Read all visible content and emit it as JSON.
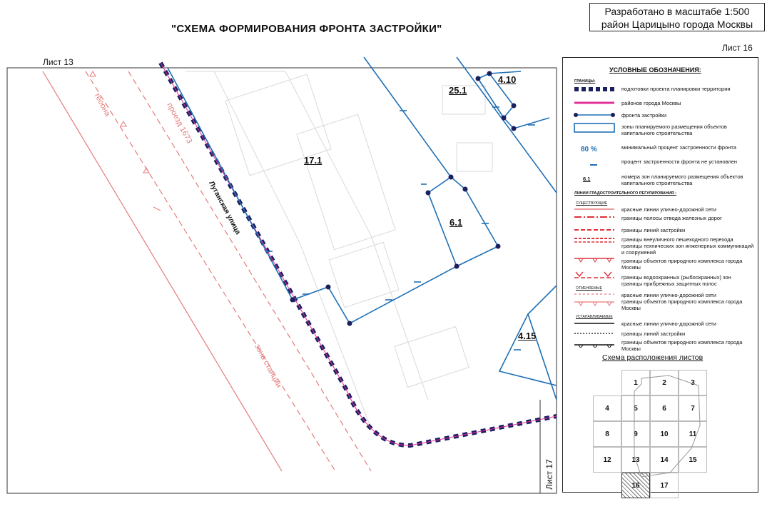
{
  "header": {
    "title": "\"СХЕМА ФОРМИРОВАНИЯ ФРОНТА ЗАСТРОЙКИ\"",
    "scale_line1": "Разработано в масштабе 1:500",
    "scale_line2": "район Царицыно города Москвы",
    "sheet": "Лист 16"
  },
  "map": {
    "sheet_left": "Лист 13",
    "sheet_right": "Лист 17",
    "street": "Луганская улица",
    "red_labels": [
      "теоона",
      "проезд 1673",
      "зона станции"
    ],
    "zones": [
      "25.1",
      "4.10",
      "17.1",
      "6.1",
      "4.15"
    ]
  },
  "legend": {
    "title": "УСЛОВНЫЕ ОБОЗНАЧЕНИЯ:",
    "borders_head": "ГРАНИЦЫ:",
    "items": [
      {
        "label": "подготовки проекта планировки территории"
      },
      {
        "label": "районов города Москвы"
      },
      {
        "label": "фронта застройки"
      },
      {
        "label": "зоны планируемого размещения объектов капитального строительства"
      },
      {
        "symbol": "80 %",
        "label": "минимальный процент застроенности фронта"
      },
      {
        "label": "процент застроенности фронта не установлен"
      },
      {
        "symbol": "6.1",
        "label": "номера зон планируемого размещения объектов капитального строительства"
      }
    ],
    "lines_head": "ЛИНИИ ГРАДОСТРОИТЕЛЬНОГО РЕГУЛИРОВАНИЯ :",
    "existing_head": "СУЩЕСТВУЮЩИЕ",
    "existing": [
      "красные линии улично-дорожной сети",
      "границы полосы отвода железных дорог",
      "границы линий застройки",
      "границы внеуличного пешеходного перехода",
      "границы технических зон инженерных коммуникаций и сооружений",
      "границы объектов природного комплекса города Москвы",
      "границы водоохранных (рыбоохранных) зон",
      "границы прибрежных защитных полос"
    ],
    "cancelled_head": "ОТМЕНЯЕМЫЕ",
    "cancelled": [
      "красные линии улично-дорожной сети",
      "границы объектов природного комплекса города Москвы"
    ],
    "established_head": "УСТАНАВЛИВАЕМЫЕ",
    "established": [
      "красные линии улично-дорожной сети",
      "границы линий застройки",
      "границы объектов природного комплекса города Москвы"
    ],
    "grid_title": "Схема расположения листов",
    "grid_cells": [
      "1",
      "2",
      "3",
      "4",
      "5",
      "6",
      "7",
      "8",
      "9",
      "10",
      "11",
      "12",
      "13",
      "14",
      "15",
      "16",
      "17"
    ]
  },
  "colors": {
    "blue": "#1f6fb5",
    "navy": "#1a1f5e",
    "red": "#e57b7b",
    "magenta": "#e0309a"
  }
}
